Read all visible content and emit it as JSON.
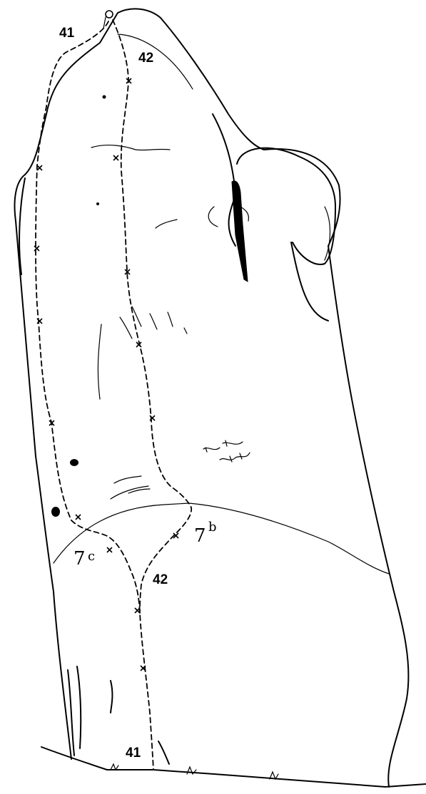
{
  "labels": {
    "route_41_top": "41",
    "route_42_top": "42",
    "route_42_bottom": "42",
    "route_41_bottom": "41"
  },
  "grades": {
    "left": {
      "main": "7",
      "sup": "c"
    },
    "right": {
      "main": "7",
      "sup": "b"
    }
  }
}
